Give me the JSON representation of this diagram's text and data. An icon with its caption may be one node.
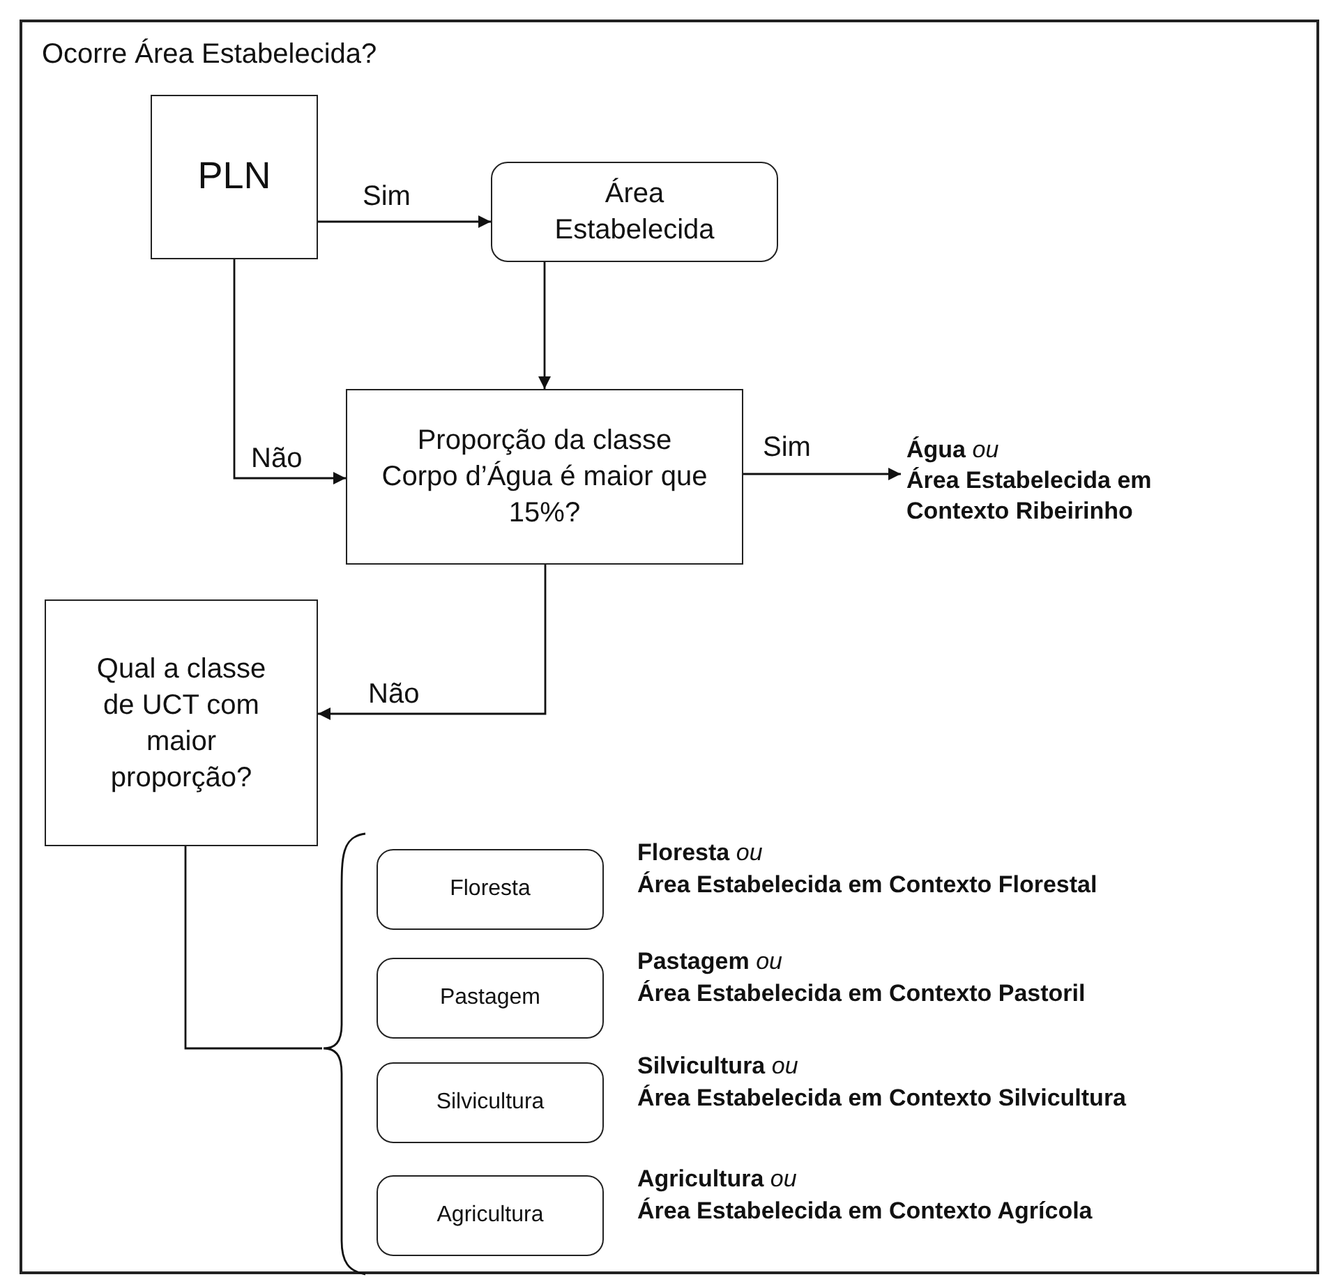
{
  "diagram": {
    "nodes": [
      {
        "text": [
          "Ocorre Área Estabelecida?"
        ]
      },
      {
        "text": [
          "PLN"
        ],
        "in": 0
      },
      {
        "text": [
          "Área Estabelecida"
        ],
        "in": 0
      },
      {
        "text": [
          "Proporção da classe Corpo d’Água é maior que 15%?"
        ],
        "in": 0
      },
      {
        "text": [
          "**Água** *ou* **Área Estabelecida em Contexto Ribeirinho**"
        ],
        "in": 0
      },
      {
        "text": [
          "Qual a classe de UCT com maior proporção?"
        ],
        "in": 0
      },
      {
        "text": [
          "Floresta"
        ],
        "in": 0,
        "beside": [
          "**Floresta** *ou* **Área Estabelecida em Contexto Florestal**"
        ]
      },
      {
        "text": [
          "Pastagem"
        ],
        "in": 0,
        "beside": [
          "**Pastagem** *ou* **Área Estabelecida em Contexto Pastoril**"
        ]
      },
      {
        "text": [
          "Silvicultura"
        ],
        "in": 0,
        "beside": [
          "**Silvicultura** *ou* **Área Estabelecida em Contexto Silvicultura**"
        ]
      },
      {
        "text": [
          "Agricultura"
        ],
        "in": 0,
        "beside": [
          "**Agricultura** *ou* **Área Estabelecida em Contexto Agrícola**"
        ]
      },
      {
        "text": [],
        "shape": "brace",
        "in": 0
      }
    ],
    "edges": [
      {
        "from": 1,
        "to": 2,
        "arrow": "to",
        "label": "Sim"
      },
      {
        "from": 2,
        "to": 3,
        "arrow": "to"
      },
      {
        "from": 1,
        "to": 3,
        "arrow": "to",
        "label": "Não"
      },
      {
        "from": 3,
        "to": 4,
        "arrow": "to",
        "label": "Sim"
      },
      {
        "from": 3,
        "to": 5,
        "arrow": "to",
        "label": "Não"
      },
      {
        "from": 5,
        "to": 10,
        "arrow": "none"
      }
    ]
  }
}
